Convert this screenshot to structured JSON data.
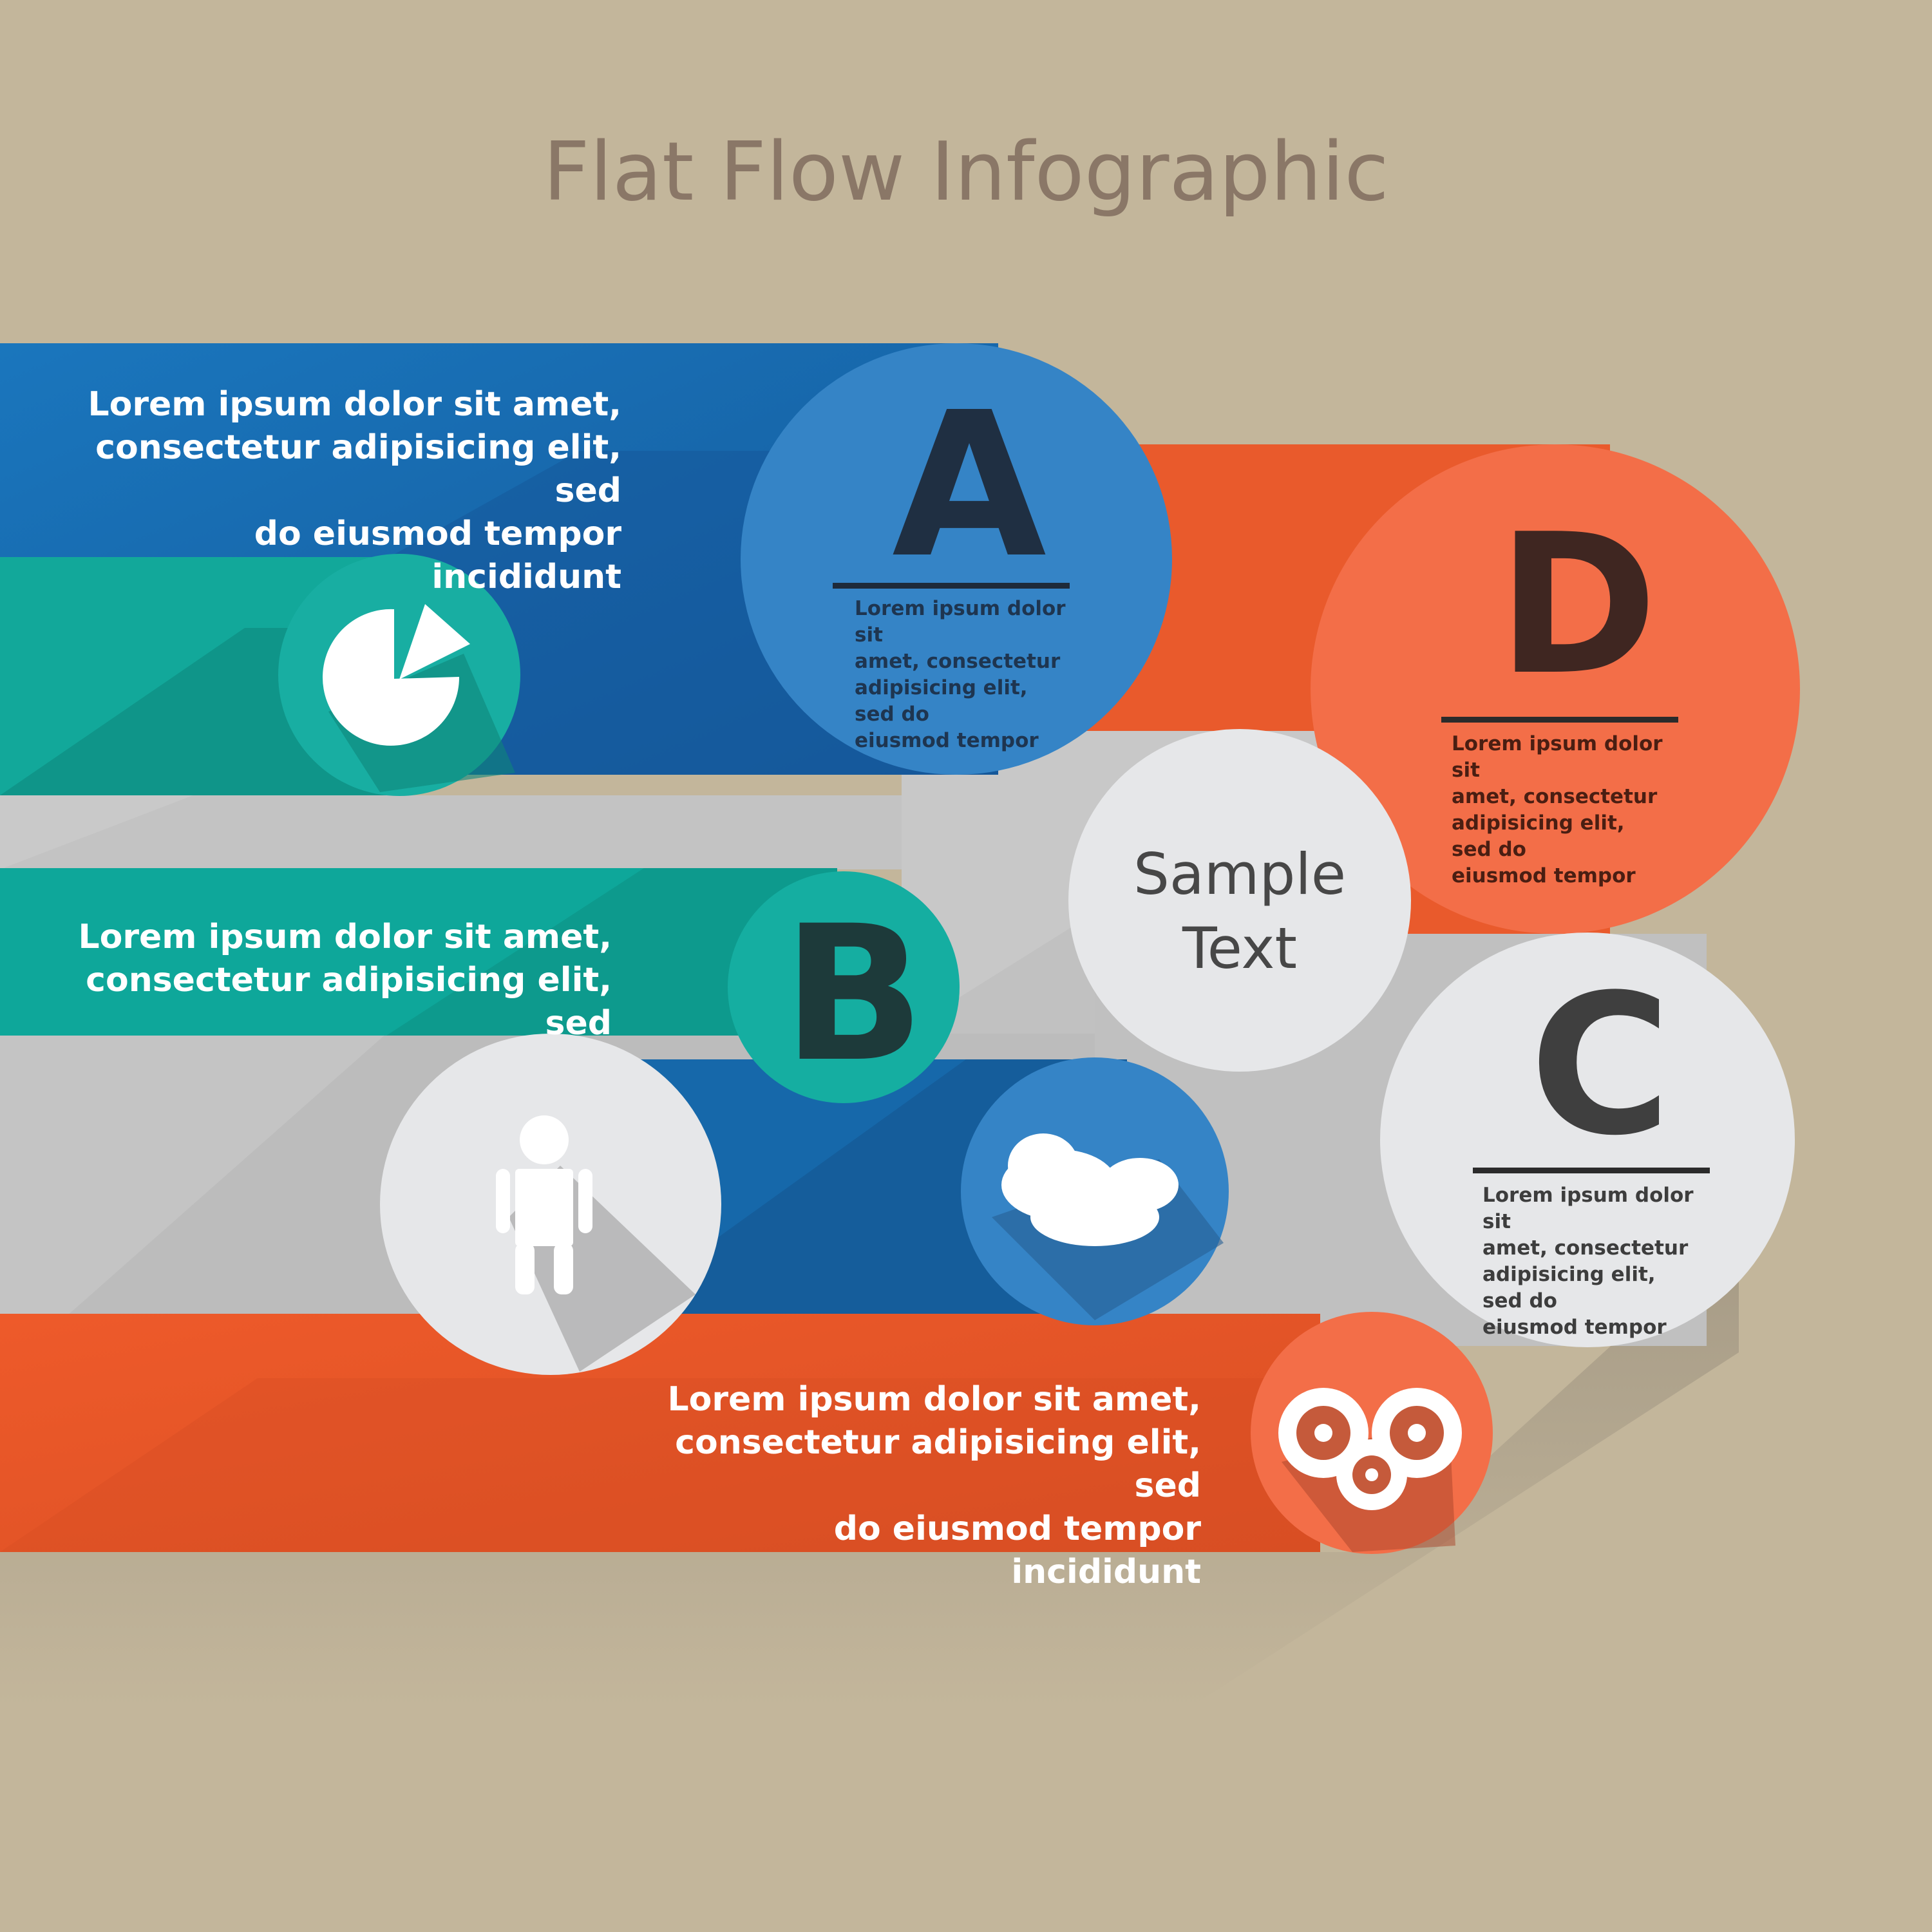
{
  "title": "Flat Flow Infographic",
  "colors": {
    "background": "#c3b69b",
    "blue": "#1a73ba",
    "teal": "#12a89a",
    "orange": "#e95a2c",
    "gray": "#cbcbcb",
    "light": "#e6e7e9"
  },
  "bands": {
    "top_blue": {
      "text": "Lorem ipsum dolor sit amet,\nconsectetur adipisicing elit, sed\ndo eiusmod tempor incididunt"
    },
    "teal": {
      "text": "Lorem ipsum dolor sit amet,\nconsectetur adipisicing elit, sed"
    },
    "bottom_orange": {
      "text": "Lorem ipsum dolor sit amet,\nconsectetur adipisicing elit, sed\ndo eiusmod tempor incididunt"
    }
  },
  "circles": {
    "a": {
      "letter": "A",
      "text": "Lorem ipsum dolor sit\namet, consectetur\nadipisicing elit, sed do\neiusmod tempor"
    },
    "b": {
      "letter": "B"
    },
    "c": {
      "letter": "C",
      "text": "Lorem ipsum dolor sit\namet, consectetur\nadipisicing elit, sed do\neiusmod tempor"
    },
    "d": {
      "letter": "D",
      "text": "Lorem ipsum dolor sit\namet, consectetur\nadipisicing elit, sed do\neiusmod tempor"
    },
    "center": {
      "text": "Sample\nText"
    }
  },
  "icons": [
    "pie-chart-icon",
    "person-icon",
    "cloud-icon",
    "gears-icon"
  ]
}
